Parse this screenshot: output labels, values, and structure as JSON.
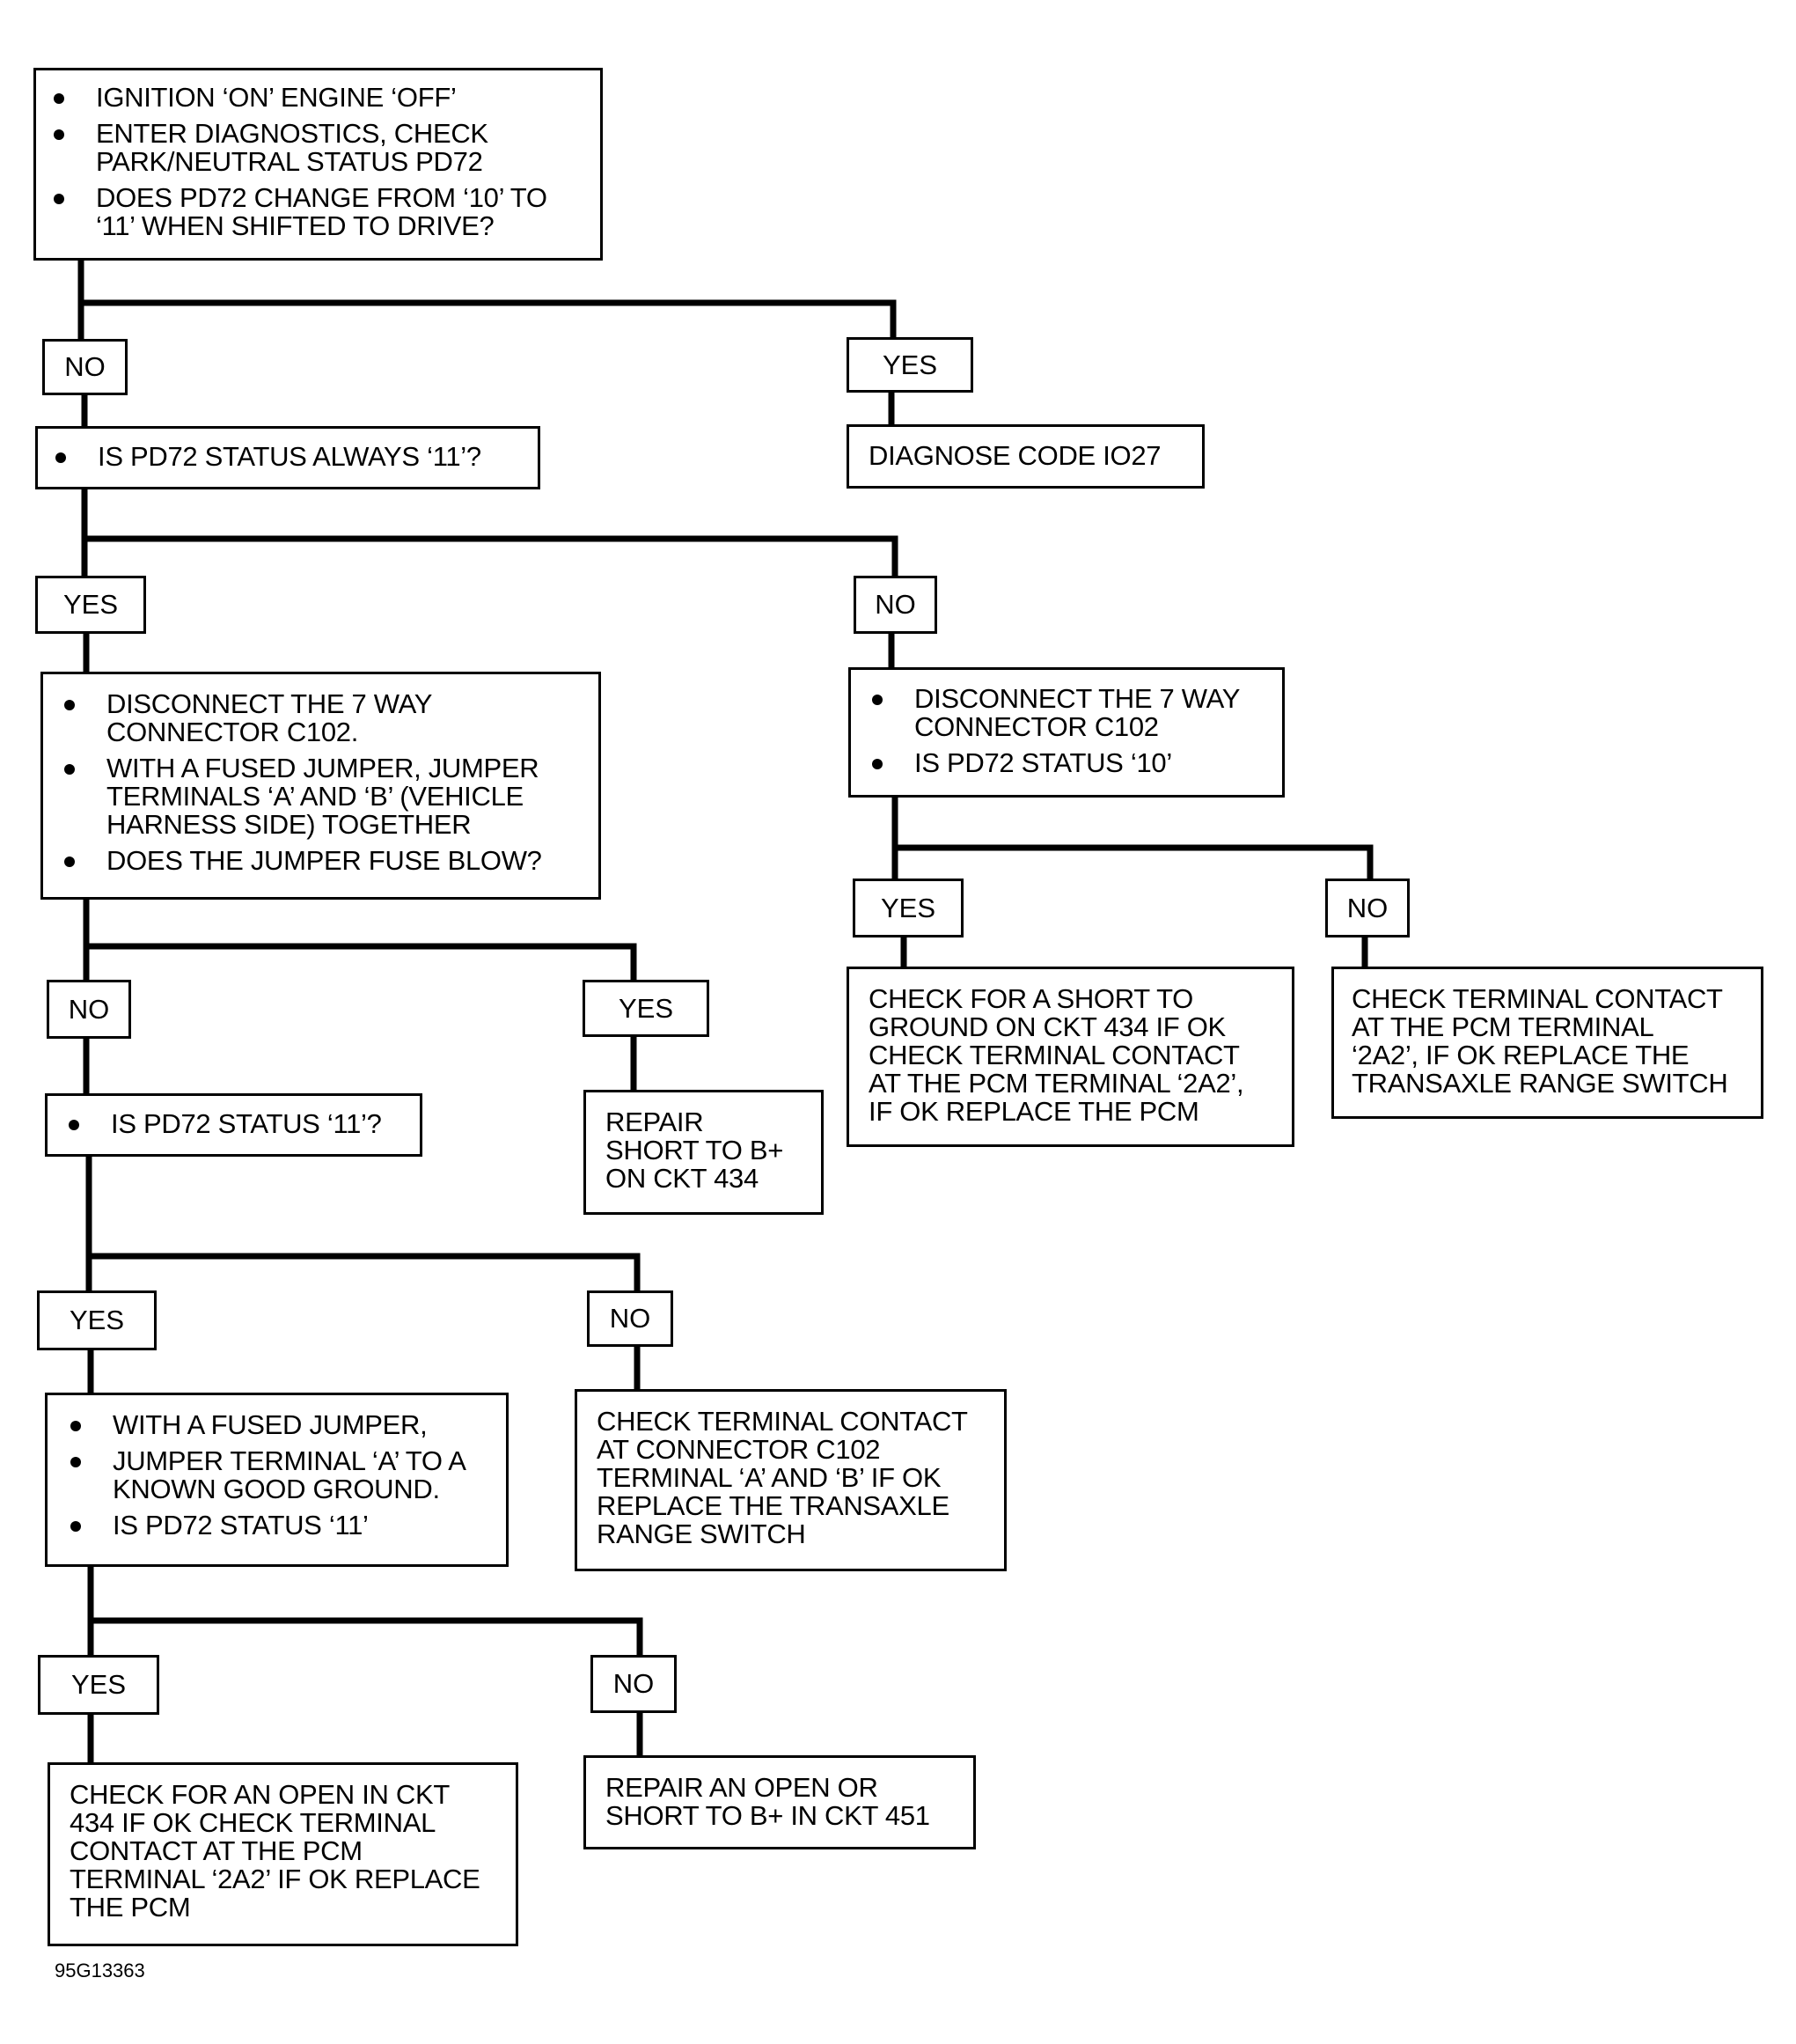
{
  "flowchart": {
    "start": [
      "IGNITION ‘ON’ ENGINE ‘OFF’",
      "ENTER DIAGNOSTICS, CHECK\nPARK/NEUTRAL STATUS PD72",
      "DOES PD72 CHANGE FROM ‘10’ TO\n‘11’ WHEN SHIFTED TO DRIVE?"
    ],
    "start_no": "NO",
    "start_yes": "YES",
    "diagnose_code": "DIAGNOSE CODE IO27",
    "always_11": [
      "IS PD72 STATUS ALWAYS ‘11’?"
    ],
    "always_11_yes": "YES",
    "always_11_no": "NO",
    "jumper_test": [
      "DISCONNECT THE 7 WAY\nCONNECTOR C102.",
      "WITH A FUSED JUMPER, JUMPER\nTERMINALS ‘A’ AND ‘B’ (VEHICLE\nHARNESS SIDE) TOGETHER",
      "DOES THE JUMPER FUSE BLOW?"
    ],
    "disconnect_test": [
      "DISCONNECT THE 7 WAY\nCONNECTOR C102",
      "IS PD72 STATUS ‘10’"
    ],
    "disconnect_yes": "YES",
    "disconnect_no": "NO",
    "short_to_ground": "CHECK FOR A SHORT TO\nGROUND ON CKT 434 IF OK\nCHECK TERMINAL CONTACT\nAT THE PCM TERMINAL ‘2A2’,\nIF OK REPLACE THE PCM",
    "check_pcm_terminal": "CHECK TERMINAL CONTACT\nAT THE PCM TERMINAL\n‘2A2’, IF OK REPLACE THE\nTRANSAXLE RANGE SWITCH",
    "fuse_no": "NO",
    "fuse_yes": "YES",
    "repair_short": "REPAIR\nSHORT TO B+\nON CKT 434",
    "status_11": [
      "IS PD72 STATUS ‘11’?"
    ],
    "status_11_yes": "YES",
    "status_11_no": "NO",
    "ground_test": [
      "WITH A FUSED JUMPER,",
      "JUMPER TERMINAL ‘A’ TO A\nKNOWN GOOD GROUND.",
      "IS PD72 STATUS ‘11’"
    ],
    "check_c102": "CHECK TERMINAL CONTACT\nAT CONNECTOR C102\nTERMINAL ‘A’ AND ‘B’ IF OK\nREPLACE THE TRANSAXLE\nRANGE SWITCH",
    "ground_yes": "YES",
    "ground_no": "NO",
    "check_open": "CHECK FOR AN OPEN IN CKT\n434 IF OK CHECK TERMINAL\nCONTACT AT THE PCM\nTERMINAL ‘2A2’ IF OK REPLACE\nTHE PCM",
    "repair_open": "REPAIR AN OPEN OR\nSHORT TO B+ IN CKT 451"
  },
  "figure_id": "95G13363"
}
